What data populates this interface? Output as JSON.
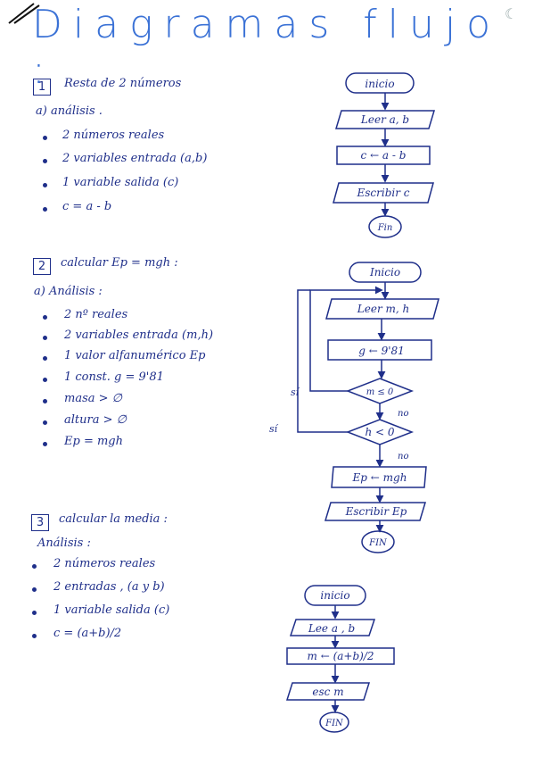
{
  "title": "Diagramas flujo :",
  "s1": {
    "num": "1",
    "heading": "Resta de 2 números",
    "sub": "a) análisis .",
    "bullets": [
      "2 números reales",
      "2 variables entrada (a,b)",
      "1 variable salida (c)",
      "c = a - b"
    ],
    "flow": [
      "inicio",
      "Leer a, b",
      "c ← a - b",
      "Escribir c",
      "Fin"
    ]
  },
  "s2": {
    "num": "2",
    "heading": "calcular Ep = mgh :",
    "sub": "a) Análisis :",
    "bullets": [
      "2 nº reales",
      "2 variables entrada (m,h)",
      "1 valor alfanumérico Ep",
      "1 const. g = 9'81",
      "masa > ∅",
      "altura > ∅",
      "Ep = mgh"
    ],
    "flow": {
      "start": "Inicio",
      "read": "Leer m, h",
      "assign_g": "g ← 9'81",
      "cond_m": "m ≤ 0",
      "cond_h": "h < 0",
      "yes": "sí",
      "no": "no",
      "compute": "Ep ← mgh",
      "write": "Escribir Ep",
      "end": "FIN"
    }
  },
  "s3": {
    "num": "3",
    "heading": "calcular la media :",
    "sub": "Análisis :",
    "bullets": [
      "2 números reales",
      "2 entradas , (a y b)",
      "1 variable salida (c)",
      "c = (a+b)/2"
    ],
    "flow": [
      "inicio",
      "Lee a , b",
      "m ← (a+b)/2",
      "esc m",
      "FIN"
    ]
  }
}
